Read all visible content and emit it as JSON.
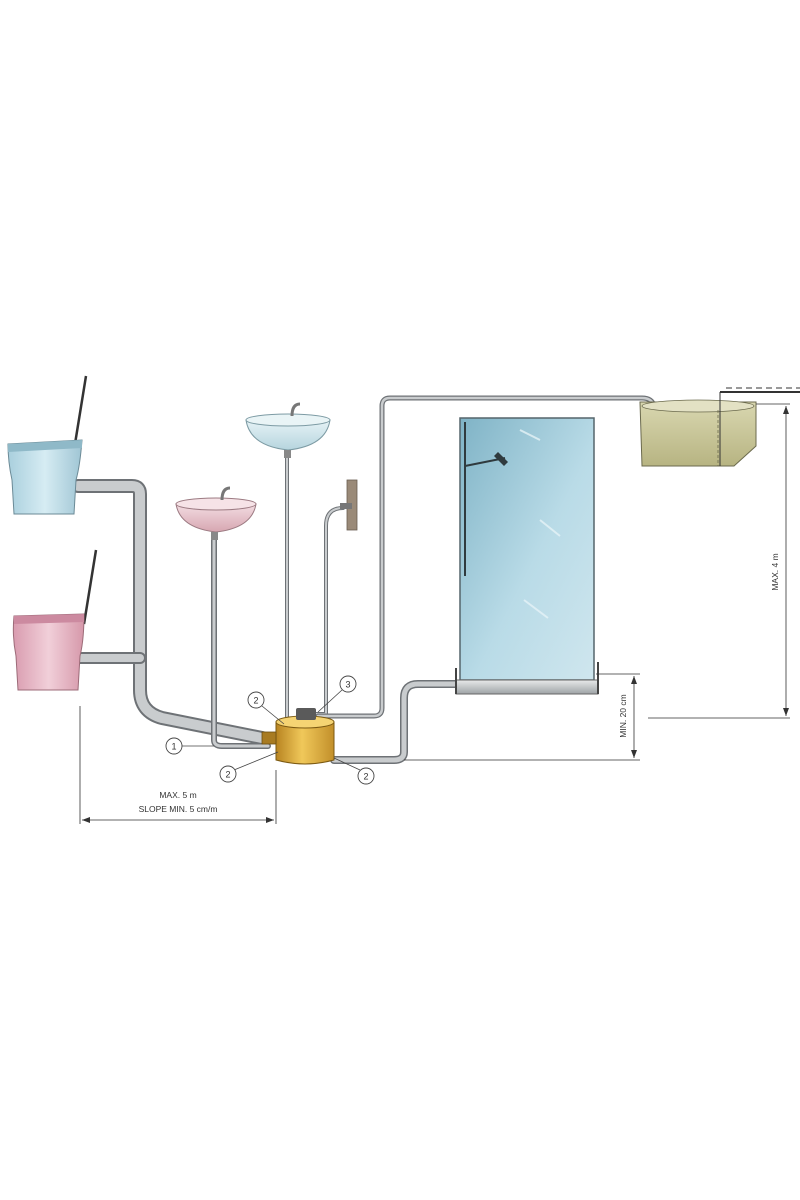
{
  "callouts": {
    "one": "1",
    "two_top": "2",
    "two_bottom_left": "2",
    "two_bottom_right": "2",
    "three": "3"
  },
  "dimensions": {
    "max_length": "MAX. 5 m",
    "slope": "SLOPE MIN. 5 cm/m",
    "min_height": "MIN. 20 cm",
    "max_height": "MAX. 4 m"
  },
  "colors": {
    "toilet_upper": "#bcdbe6",
    "toilet_lower": "#e6b5c2",
    "sink_upper": "#d4e8ec",
    "sink_lower": "#e8c5cc",
    "shower_glass": "#9fc8d8",
    "pump_body": "#d9a530",
    "tank_fill": "#c9c79a"
  }
}
